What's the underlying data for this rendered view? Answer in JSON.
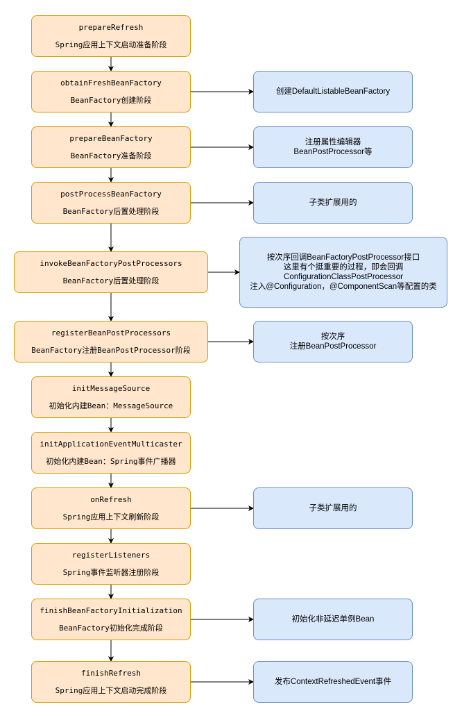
{
  "steps": [
    {
      "name": "prepareRefresh",
      "desc": "Spring应用上下文启动准备阶段"
    },
    {
      "name": "obtainFreshBeanFactory",
      "desc": "BeanFactory创建阶段"
    },
    {
      "name": "prepareBeanFactory",
      "desc": "BeanFactory准备阶段"
    },
    {
      "name": "postProcessBeanFactory",
      "desc": "BeanFactory后置处理阶段"
    },
    {
      "name": "invokeBeanFactoryPostProcessors",
      "desc": "BeanFactory后置处理阶段"
    },
    {
      "name": "registerBeanPostProcessors",
      "desc": "BeanFactory注册BeanPostProcessor阶段"
    },
    {
      "name": "initMessageSource",
      "desc": "初始化内建Bean：MessageSource"
    },
    {
      "name": "initApplicationEventMulticaster",
      "desc": "初始化内建Bean：Spring事件广播器"
    },
    {
      "name": "onRefresh",
      "desc": "Spring应用上下文刷新阶段"
    },
    {
      "name": "registerListeners",
      "desc": "Spring事件监听器注册阶段"
    },
    {
      "name": "finishBeanFactoryInitialization",
      "desc": "BeanFactory初始化完成阶段"
    },
    {
      "name": "finishRefresh",
      "desc": "Spring应用上下文启动完成阶段"
    }
  ],
  "notes": [
    {
      "step": 1,
      "lines": [
        "创建DefaultListableBeanFactory"
      ]
    },
    {
      "step": 2,
      "lines": [
        "注册属性编辑器",
        "BeanPostProcessor等"
      ]
    },
    {
      "step": 3,
      "lines": [
        "子类扩展用的"
      ]
    },
    {
      "step": 4,
      "lines": [
        "按次序回调BeanFactoryPostProcessor接口",
        "这里有个挺重要的过程，即会回调",
        "ConfigurationClassPostProcessor",
        "注入@Configuration，@ComponentScan等配置的类"
      ]
    },
    {
      "step": 5,
      "lines": [
        "按次序",
        "注册BeanPostProcessor"
      ]
    },
    {
      "step": 8,
      "lines": [
        "子类扩展用的"
      ]
    },
    {
      "step": 10,
      "lines": [
        "初始化非延迟单例Bean"
      ]
    },
    {
      "step": 11,
      "lines": [
        "发布ContextRefreshedEvent事件"
      ]
    }
  ],
  "colors": {
    "step_fill": "#ffe6cc",
    "step_stroke": "#d79b00",
    "note_fill": "#dae8fc",
    "note_stroke": "#6c8ebf",
    "connector": "#000000"
  }
}
